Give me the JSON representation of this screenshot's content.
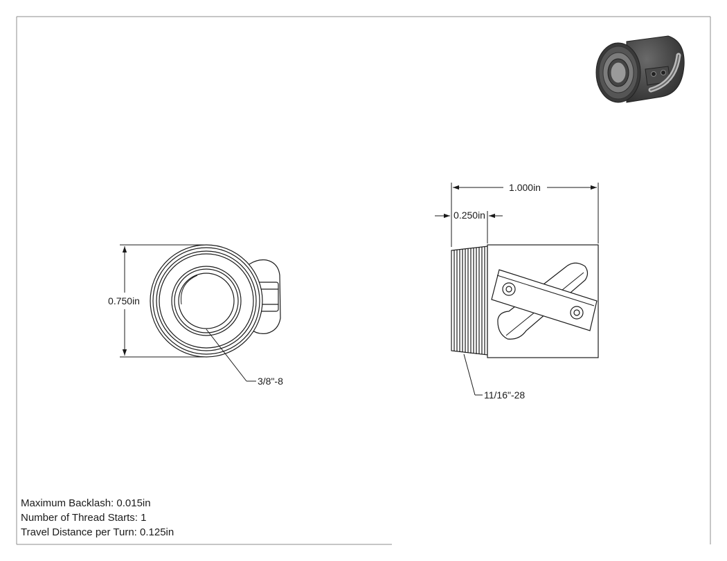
{
  "dimensions": {
    "left_height": "0.750in",
    "right_width": "1.000in",
    "right_thread_length": "0.250in"
  },
  "callouts": {
    "inner_thread": "3/8\"-8",
    "outer_thread": "11/16\"-28"
  },
  "notes": [
    {
      "label": "Maximum Backlash: ",
      "value": "0.015in"
    },
    {
      "label": "Number of Thread Starts: ",
      "value": "1"
    },
    {
      "label": "Travel Distance per Turn: ",
      "value": "0.125in"
    }
  ],
  "colors": {
    "line": "#1a1a1a",
    "border": "#8c8c8c",
    "iso_body": "#3c3c3c",
    "iso_highlight": "#9a9a9a"
  }
}
